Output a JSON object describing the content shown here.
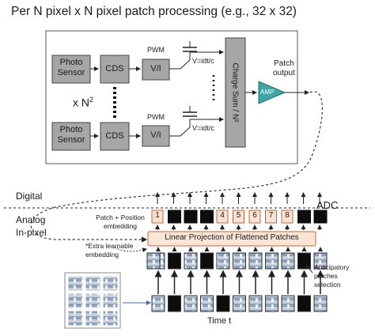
{
  "title": "Per N pixel x N pixel patch processing (e.g., 32 x 32)",
  "circuit": {
    "multiplier": "x N",
    "multiplier_exp": "2",
    "photo_sensor_line1": "Photo",
    "photo_sensor_line2": "Sensor",
    "cds": "CDS",
    "vi": "V/I",
    "pwm": "PWM",
    "integrator": "V=idt/c",
    "charge_sum": "Charge Sum / N²",
    "amp": "AMP",
    "patch_output_line1": "Patch",
    "patch_output_line2": "output"
  },
  "domains": {
    "digital": "Digital",
    "analog_line1": "Analog",
    "analog_line2": "In-pixel",
    "adc": "ADC"
  },
  "transformer": {
    "position_tokens": [
      "1",
      "",
      "",
      "",
      "4",
      "5",
      "6",
      "7",
      "8",
      "",
      ""
    ],
    "patch_position_line1": "Patch + Position",
    "patch_position_line2": "embedding",
    "extra_embedding_line1": "*Extra learnable",
    "extra_embedding_line2": "embedding",
    "linear_projection": "Linear Projection of Flattened Patches",
    "anticipatory_line1": "Anticipatory",
    "anticipatory_line2": "patches",
    "anticipatory_line3": "selection",
    "time_label": "Time t"
  },
  "colors": {
    "box_fill": "#a6a6a6",
    "token_fill": "#fbe3d3",
    "token_stroke": "#c0673a",
    "projection_fill": "#fde5d6",
    "amp_fill": "#3fa7a3"
  }
}
